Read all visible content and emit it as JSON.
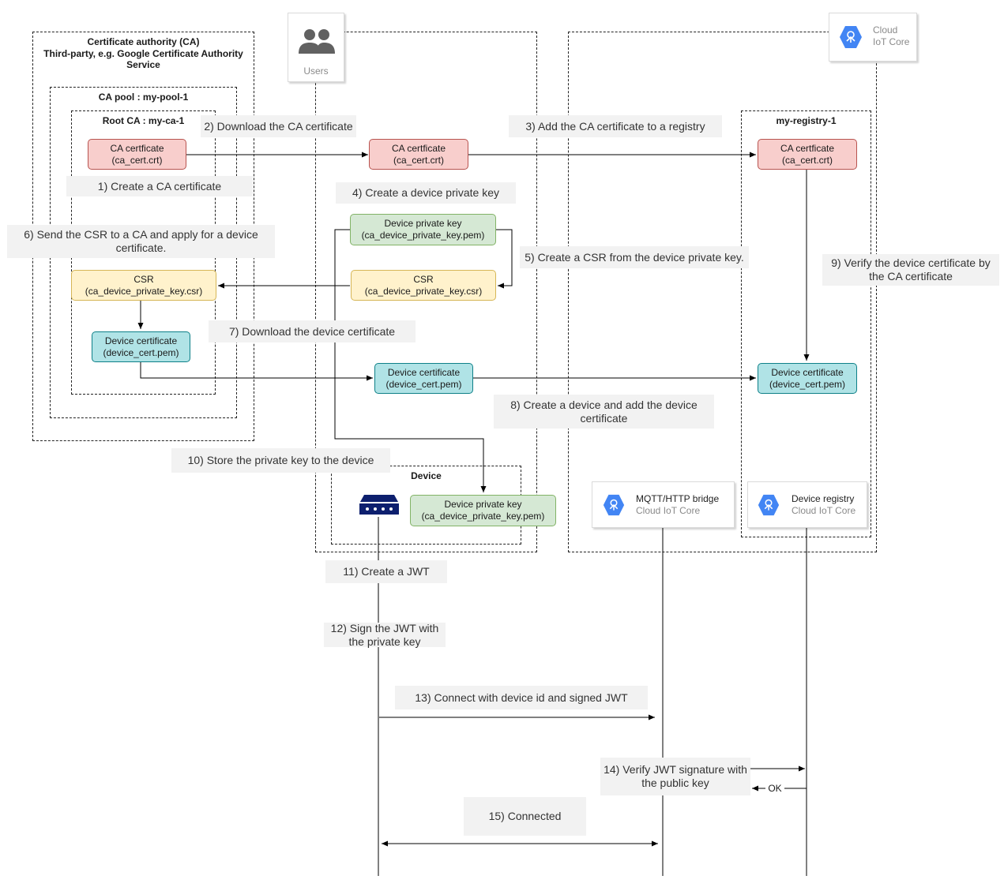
{
  "groups": {
    "ca": {
      "title_line1": "Certificate authority (CA)",
      "title_line2": "Third-party, e.g. Google Certificate Authority",
      "title_line3": "Service"
    },
    "ca_pool": {
      "title": "CA pool : my-pool-1"
    },
    "root_ca": {
      "title": "Root CA : my-ca-1"
    },
    "registry": {
      "title": "my-registry-1"
    },
    "device": {
      "title": "Device"
    }
  },
  "actors": {
    "users": {
      "label": "Users"
    },
    "cloud_iot": {
      "line1": "Cloud",
      "line2": "IoT Core"
    },
    "mqtt_bridge": {
      "title": "MQTT/HTTP bridge",
      "sub": "Cloud IoT Core"
    },
    "device_registry": {
      "title": "Device registry",
      "sub": "Cloud IoT Core"
    }
  },
  "boxes": {
    "ca_cert_ca": {
      "line1": "CA certficate",
      "line2": "(ca_cert.crt)"
    },
    "ca_cert_user": {
      "line1": "CA certficate",
      "line2": "(ca_cert.crt)"
    },
    "ca_cert_registry": {
      "line1": "CA certficate",
      "line2": "(ca_cert.crt)"
    },
    "device_key_user": {
      "line1": "Device private key",
      "line2": "(ca_device_private_key.pem)"
    },
    "csr_ca": {
      "line1": "CSR",
      "line2": "(ca_device_private_key.csr)"
    },
    "csr_user": {
      "line1": "CSR",
      "line2": "(ca_device_private_key.csr)"
    },
    "device_cert_ca": {
      "line1": "Device certificate",
      "line2": "(device_cert.pem)"
    },
    "device_cert_user": {
      "line1": "Device certificate",
      "line2": "(device_cert.pem)"
    },
    "device_cert_registry": {
      "line1": "Device certificate",
      "line2": "(device_cert.pem)"
    },
    "device_key_device": {
      "line1": "Device private key",
      "line2": "(ca_device_private_key.pem)"
    }
  },
  "steps": {
    "s1": "1) Create a CA certificate",
    "s2": "2) Download the CA certificate",
    "s3": "3) Add the CA certificate to a registry",
    "s4": "4) Create a device private key",
    "s5": "5) Create a CSR from the device private key.",
    "s6": "6) Send the CSR to a CA and apply for a device certificate.",
    "s7": "7) Download the device certificate",
    "s8": "8) Create a device and add the device certificate",
    "s9": "9) Verify the device certificate by the CA certificate",
    "s10": "10) Store the private key to the device",
    "s11": "11) Create a JWT",
    "s12": "12) Sign the JWT with the private key",
    "s13": "13) Connect with device id and signed JWT",
    "s14": "14) Verify JWT signature with the public key",
    "s15": "15) Connected",
    "ok": "OK"
  },
  "icons": {
    "users": "users-icon",
    "cloud_iot": "cloud-iot-core-icon",
    "router": "router-device-icon"
  },
  "colors": {
    "red_fill": "#f8cecc",
    "green_fill": "#d5e8d4",
    "yellow_fill": "#fff2cc",
    "cyan_fill": "#b0e3e6",
    "gcp_blue": "#4285f4",
    "device_navy": "#0d1f6e"
  }
}
